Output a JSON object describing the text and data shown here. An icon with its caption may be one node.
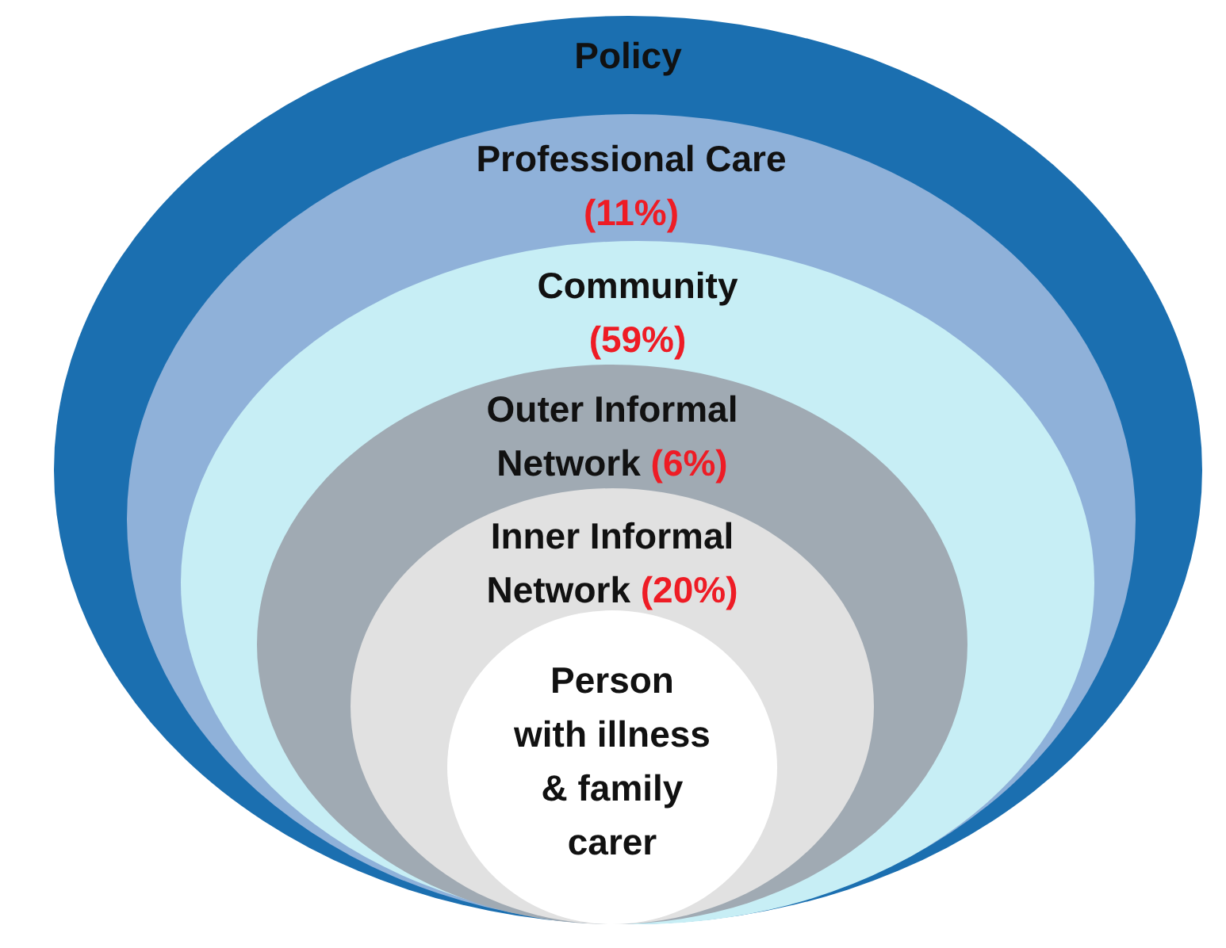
{
  "diagram": {
    "nodes": [
      {
        "text": [
          "Policy"
        ]
      },
      {
        "text": [
          "Professional Care",
          "(11%)"
        ],
        "in": 0
      },
      {
        "text": [
          "Community",
          "(59%)"
        ],
        "in": 1
      },
      {
        "text": [
          "Outer Informal Network",
          "(6%)"
        ],
        "in": 2
      },
      {
        "text": [
          "Inner Informal Network",
          "(20%)"
        ],
        "in": 3
      },
      {
        "text": [
          "Person with illness & family carer"
        ],
        "in": 4
      }
    ]
  }
}
